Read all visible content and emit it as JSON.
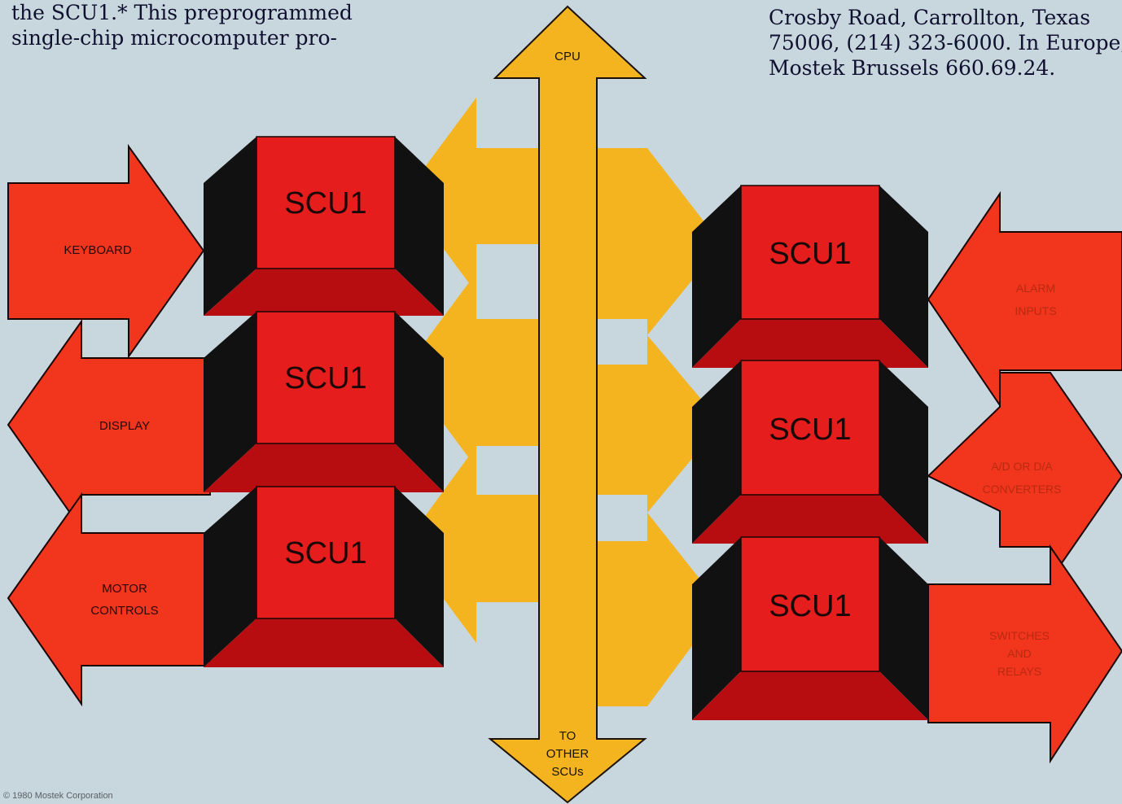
{
  "text_left": [
    "the SCU1.* This preprogrammed",
    "single-chip microcomputer pro-"
  ],
  "text_right": [
    "Crosby Road, Carrollton, Texas",
    "75006, (214) 323-6000. In Europe,",
    "Mostek Brussels 660.69.24."
  ],
  "bus": {
    "top_label": "CPU",
    "bottom_label_lines": [
      "TO",
      "OTHER",
      "SCUs"
    ]
  },
  "chip_label": "SCU1",
  "left_devices": {
    "keyboard": [
      "KEYBOARD"
    ],
    "display": [
      "DISPLAY"
    ],
    "motor": [
      "MOTOR",
      "CONTROLS"
    ]
  },
  "right_devices": {
    "alarm": [
      "ALARM",
      "INPUTS"
    ],
    "converters": [
      "A/D OR D/A",
      "CONVERTERS"
    ],
    "switches": [
      "SWITCHES",
      "AND",
      "RELAYS"
    ]
  },
  "copyright": "© 1980 Mostek Corporation",
  "colors": {
    "background": "#c8d6dd",
    "chip_red": "#e51d1d",
    "chip_shadow": "#b80d10",
    "device_red": "#f2361e",
    "bus_yellow": "#f4b41f"
  }
}
